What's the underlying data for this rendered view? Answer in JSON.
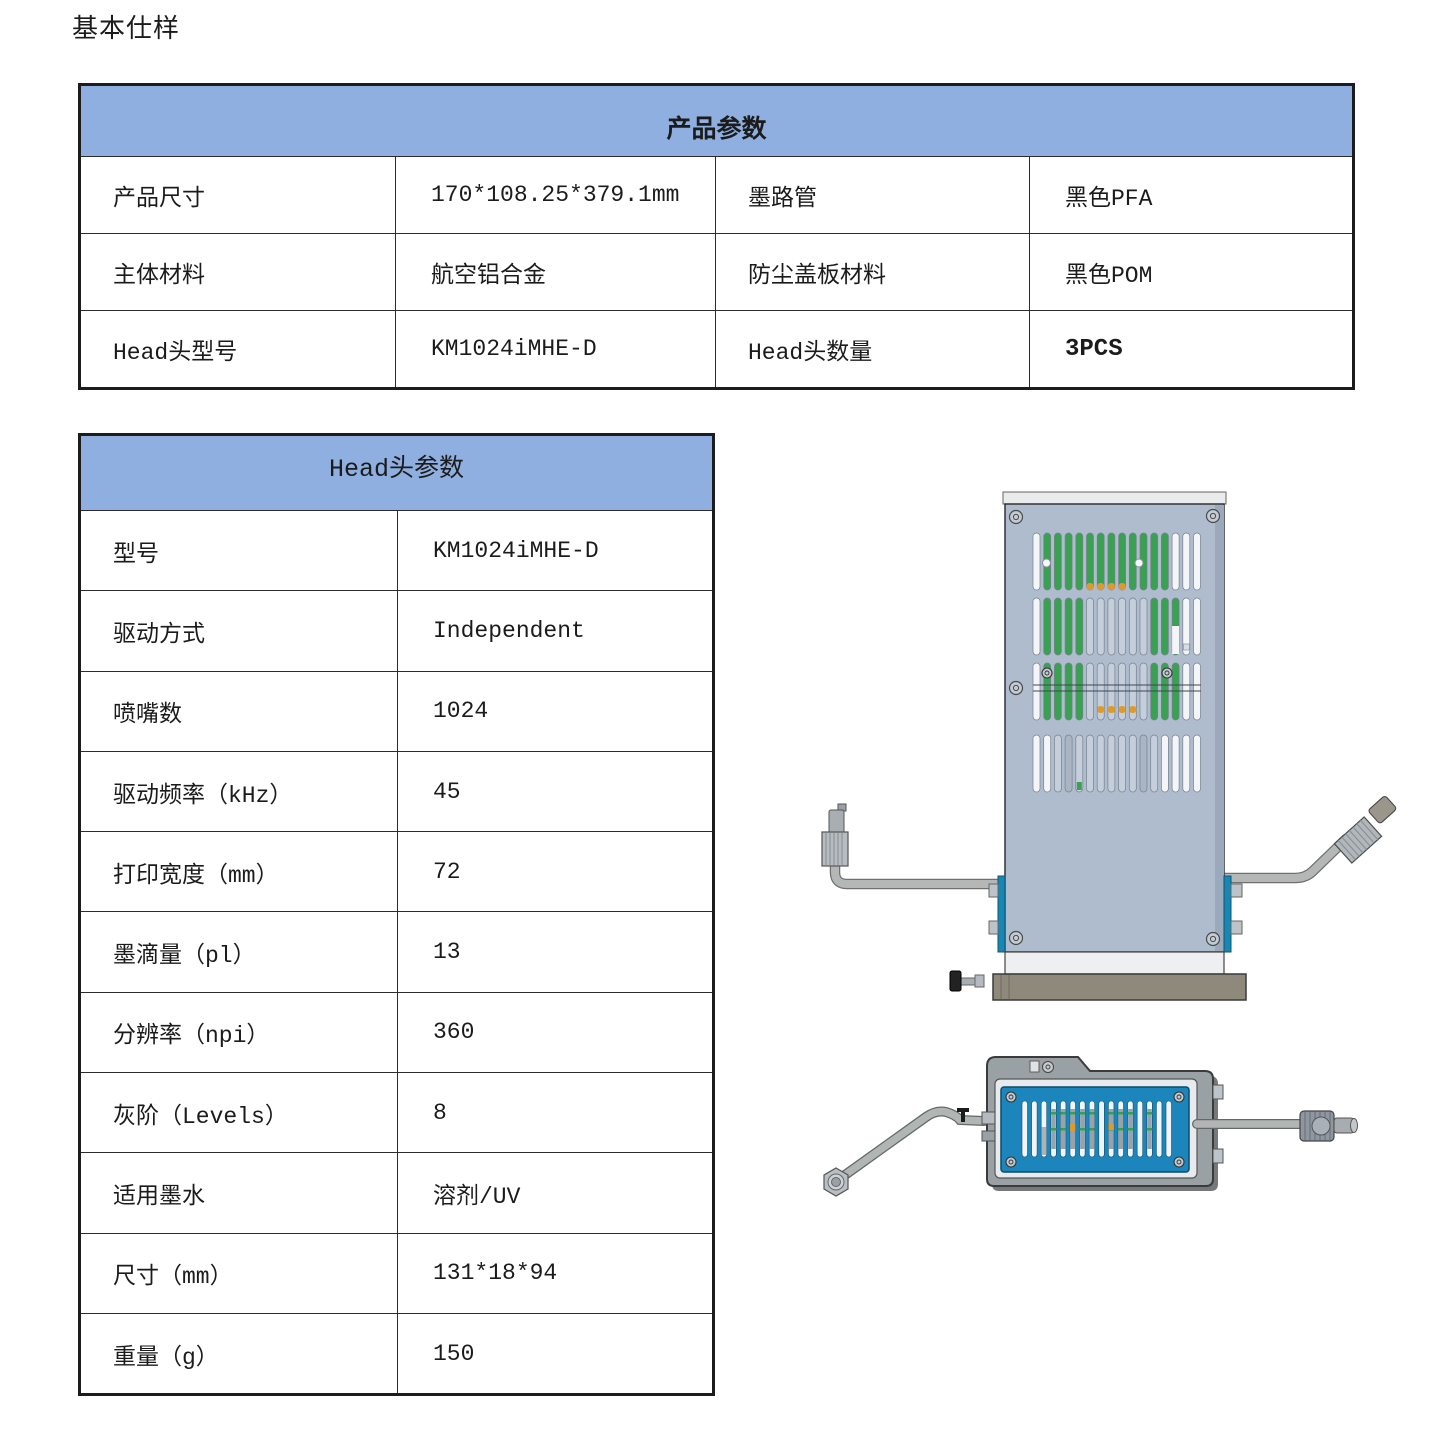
{
  "page": {
    "title": "基本仕样"
  },
  "product_table": {
    "header": "产品参数",
    "rows": [
      {
        "c0": "产品尺寸",
        "c1": "170*108.25*379.1mm",
        "c2": "墨路管",
        "c3": "黑色PFA"
      },
      {
        "c0": "主体材料",
        "c1": "航空铝合金",
        "c2": "防尘盖板材料",
        "c3": "黑色POM"
      },
      {
        "c0": "Head头型号",
        "c1": "KM1024iMHE-D",
        "c2": "Head头数量",
        "c3": "3PCS"
      }
    ]
  },
  "head_table": {
    "header": "Head头参数",
    "rows": [
      {
        "label": "型号",
        "value": "KM1024iMHE-D"
      },
      {
        "label": "驱动方式",
        "value": "Independent"
      },
      {
        "label": "喷嘴数",
        "value": "1024"
      },
      {
        "label": "驱动频率（kHz）",
        "value": "45"
      },
      {
        "label": "打印宽度（mm）",
        "value": "72"
      },
      {
        "label": "墨滴量（pl）",
        "value": "13"
      },
      {
        "label": "分辨率（npi）",
        "value": "360"
      },
      {
        "label": "灰阶（Levels）",
        "value": "8"
      },
      {
        "label": "适用墨水",
        "value": "溶剂/UV"
      },
      {
        "label": "尺寸（mm）",
        "value": "131*18*94"
      },
      {
        "label": "重量（g）",
        "value": "150"
      }
    ]
  },
  "drawings": {
    "front_view_name": "printhead-front-view",
    "side_view_name": "printhead-side-view",
    "colors": {
      "table_header_bg": "#8eafe0",
      "body_steel": "#aebccd",
      "pcb_green": "#3aa152",
      "accent_orange": "#e09a2b",
      "teal_strip": "#1887b4",
      "panel_blue": "#1c86bc",
      "base_taupe": "#8e897a"
    }
  }
}
